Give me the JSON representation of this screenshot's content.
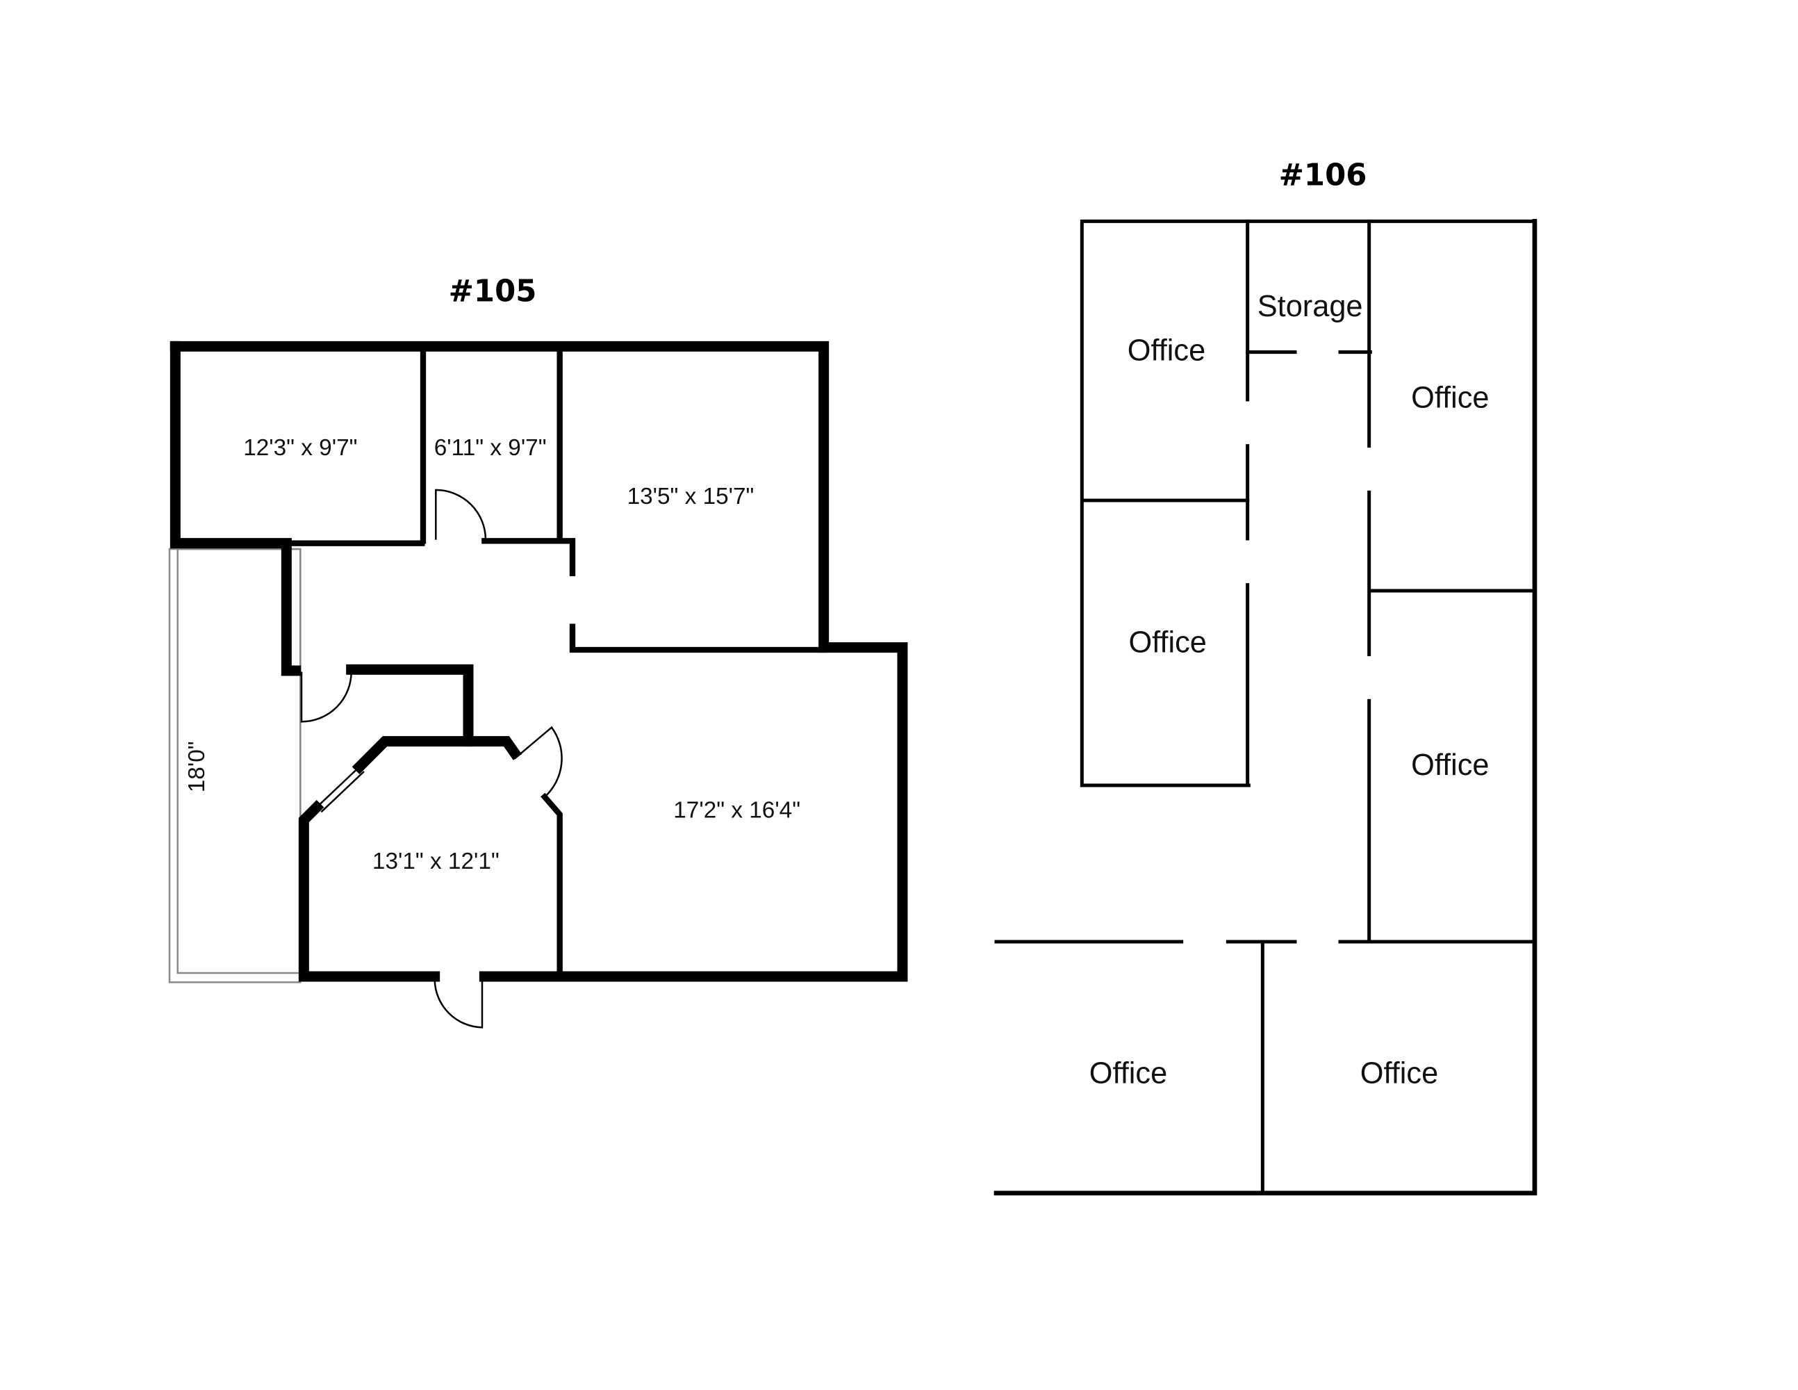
{
  "unit_105": {
    "title": "#105",
    "rooms": [
      "12'3\" x 9'7\"",
      "6'11\" x 9'7\"",
      "13'5\" x 15'7\"",
      "17'2\" x 16'4\"",
      "13'1\" x 12'1\""
    ],
    "balcony_dimension": "18'0\""
  },
  "unit_106": {
    "title": "#106",
    "rooms": [
      "Office",
      "Storage",
      "Office",
      "Office",
      "Office",
      "Office",
      "Office"
    ]
  }
}
